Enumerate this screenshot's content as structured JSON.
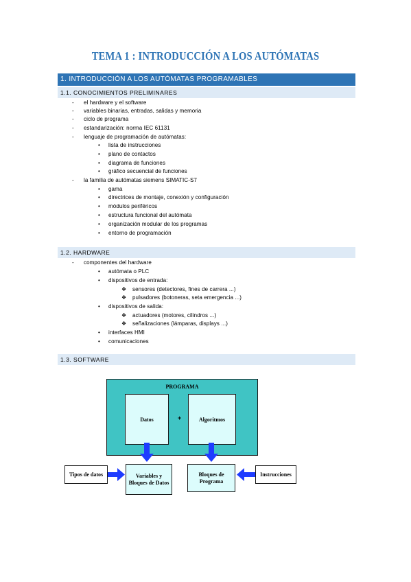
{
  "title": "TEMA 1 : INTRODUCCIÓN A LOS AUTÓMATAS",
  "section1": "1. INTRODUCCIÓN A LOS AUTÓMATAS PROGRAMABLES",
  "sub11": {
    "heading": "1.1. CONOCIMIENTOS PRELIMINARES",
    "items": [
      "el hardware y el software",
      "variables binarias, entradas, salidas y memoria",
      "ciclo de programa",
      "estandarización: norma IEC 61131",
      "lenguaje de programación de autómatas:",
      "lista de instrucciones",
      "plano de contactos",
      "diagrama de funciones",
      "gráfico secuencial de funciones",
      "la familia de autómatas siemens SIMATIC-S7",
      "gama",
      "directrices de montaje, conexión y configuración",
      "módulos periféricos",
      "estructura funcional del autómata",
      "organización modular de los programas",
      "entorno de programación"
    ]
  },
  "sub12": {
    "heading": "1.2. HARDWARE",
    "items": [
      "componentes del hardware",
      "autómata o PLC",
      "dispositivos de entrada:",
      "sensores (detectores, fines de carrera ...)",
      "pulsadores (botoneras, seta emergencia ...)",
      "dispositivos de salida:",
      "actuadores (motores, cilindros ...)",
      "señalizaciones (lámparas, displays ...)",
      "interfaces HMI",
      "comunicaciones"
    ]
  },
  "sub13": {
    "heading": "1.3. SOFTWARE"
  },
  "diagram": {
    "programa": "PROGRAMA",
    "datos": "Datos",
    "plus": "+",
    "algoritmos": "Algoritmos",
    "tipos": "Tipos de datos",
    "variables": "Variables y Bloques de Datos",
    "bloques": "Bloques de Programa",
    "instrucciones": "Instrucciones",
    "arrow_color": "#1e3cff",
    "teal": "#40c4c4",
    "light": "#dcfcfc"
  },
  "markers": {
    "dash": "-",
    "bullet": "•",
    "diamond": "❖"
  }
}
